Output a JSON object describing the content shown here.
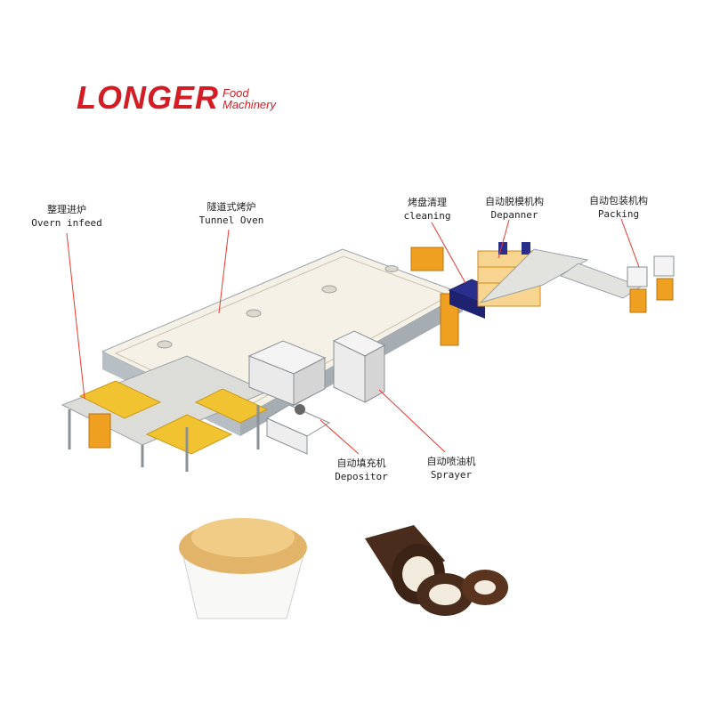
{
  "brand": {
    "name": "LONGER",
    "sub_line1": "Food",
    "sub_line2": "Machinery"
  },
  "labels": [
    {
      "zh": "整理进炉",
      "en": "Overn infeed"
    },
    {
      "zh": "隧道式烤炉",
      "en": "Tunnel Oven"
    },
    {
      "zh": "烤盘清理",
      "en": "cleaning"
    },
    {
      "zh": "自动脱模机构",
      "en": "Depanner"
    },
    {
      "zh": "自动包装机构",
      "en": "Packing"
    },
    {
      "zh": "自动填充机",
      "en": "Depositor"
    },
    {
      "zh": "自动喷油机",
      "en": "Sprayer"
    }
  ],
  "colors": {
    "brand_red": "#d41c24",
    "oven_body": "#b8bfc4",
    "oven_top": "#f5f1e6",
    "accent_orange": "#f0a020",
    "conveyor": "#dcdcd8",
    "tray": "#f2c330",
    "callout": "#e8382e"
  }
}
